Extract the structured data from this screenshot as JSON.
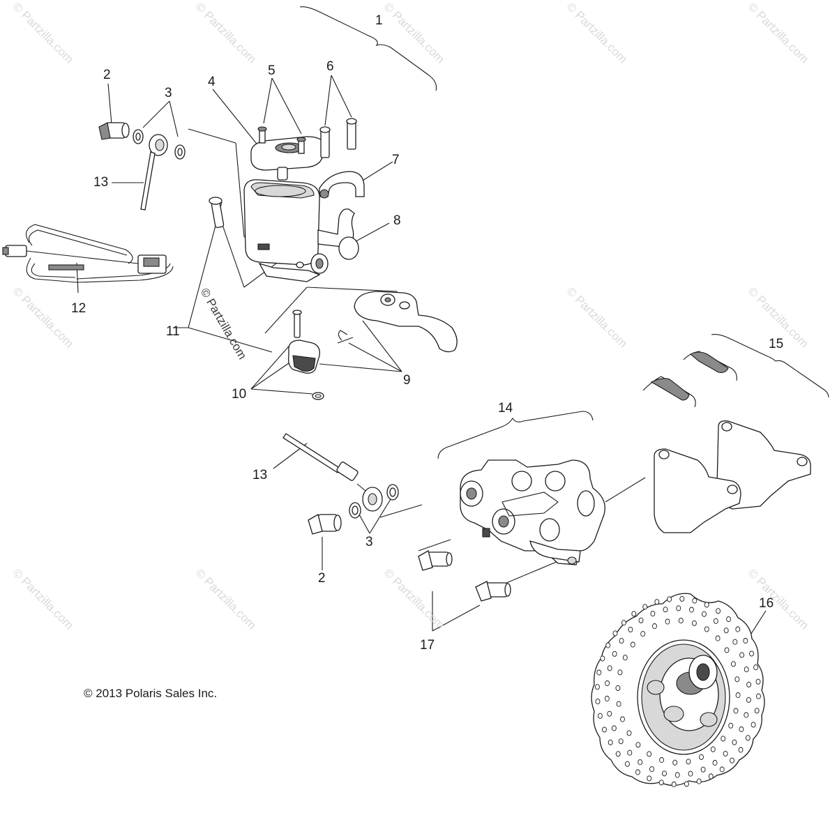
{
  "callouts": {
    "c1": "1",
    "c2a": "2",
    "c2b": "2",
    "c3a": "3",
    "c3b": "3",
    "c4": "4",
    "c5": "5",
    "c6": "6",
    "c7": "7",
    "c8": "8",
    "c9": "9",
    "c10": "10",
    "c11": "11",
    "c12": "12",
    "c13a": "13",
    "c13b": "13",
    "c14": "14",
    "c15": "15",
    "c16": "16",
    "c17": "17"
  },
  "copyright": "© 2013 Polaris Sales Inc.",
  "watermark": {
    "text": "© Partzilla.com",
    "center_text": "© Partzilla.com"
  },
  "colors": {
    "line": "#1a1a1a",
    "watermark": "#d9d9d9",
    "shading": "#8a8a8a"
  }
}
